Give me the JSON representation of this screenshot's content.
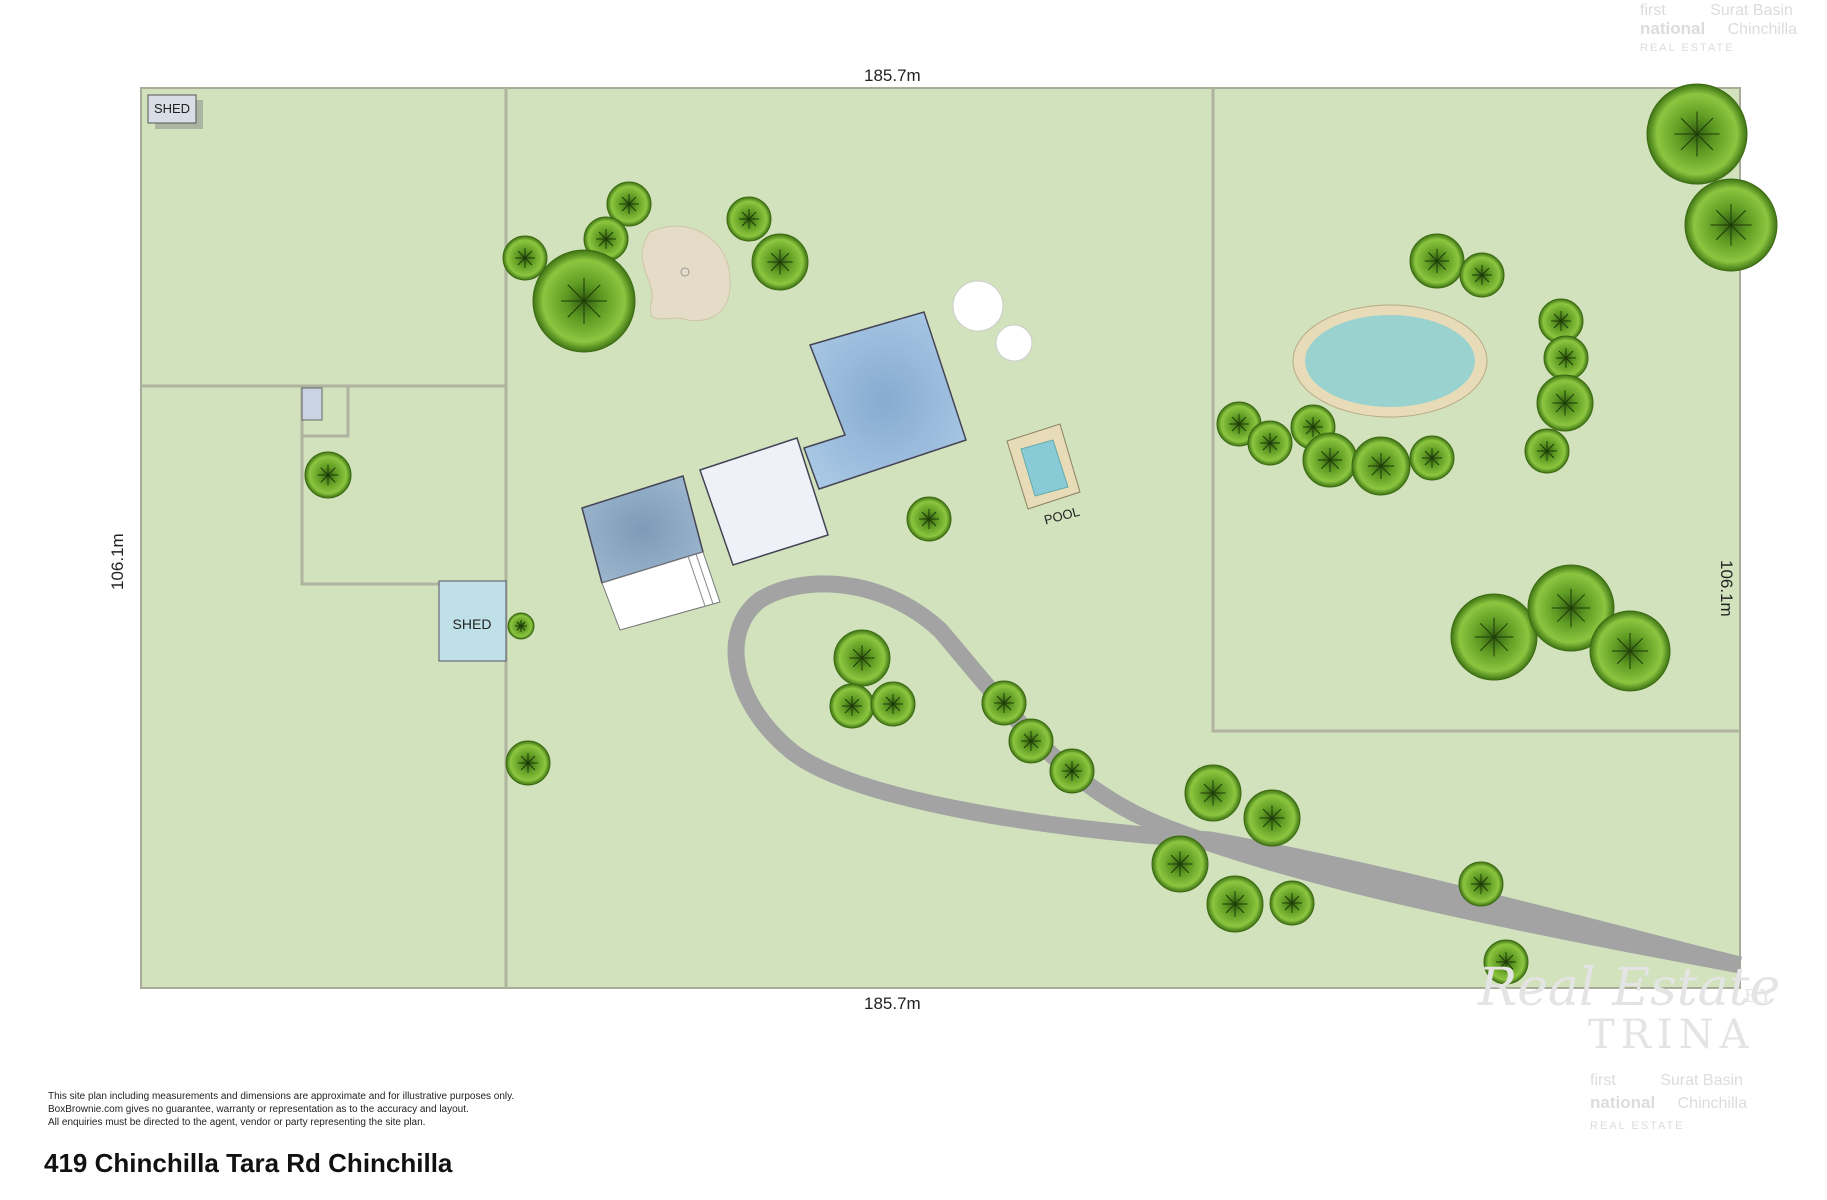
{
  "plan": {
    "dimensions": {
      "top": "185.7m",
      "bottom": "185.7m",
      "left": "106.1m",
      "right": "106.1m"
    },
    "labels": {
      "shed_small": "SHED",
      "shed_large": "SHED",
      "pool": "POOL"
    },
    "colors": {
      "lawn": "#d1e2bd",
      "paddock_border": "#b0b39e",
      "house_blue": "#8fb4d6",
      "house_white": "#eef2f8",
      "shed": "#bfe0e6",
      "pool_water": "#88cbd6",
      "pool_surround": "#e8dcb8",
      "driveway": "#a3a3a3",
      "dam_water": "#9ad2cf",
      "sand_area": "#e4dcc6",
      "tree_green": "#6ca330"
    }
  },
  "footer": {
    "disclaimer": [
      "This site plan including measurements and dimensions are approximate and for illustrative purposes only.",
      "BoxBrownie.com gives no guarantee, warranty or representation as to the accuracy and layout.",
      "All enquiries must be directed to the agent, vendor or party representing the site plan."
    ],
    "address": "419 Chinchilla Tara Rd Chinchilla"
  },
  "watermarks": {
    "brand_line1": "first",
    "brand_line2": "national",
    "brand_line3": "REAL ESTATE",
    "brand_office1": "Surat Basin",
    "brand_office2": "Chinchilla",
    "agent_script": "Real Estate",
    "agent_by": "BY",
    "agent_name": "TRINA"
  }
}
